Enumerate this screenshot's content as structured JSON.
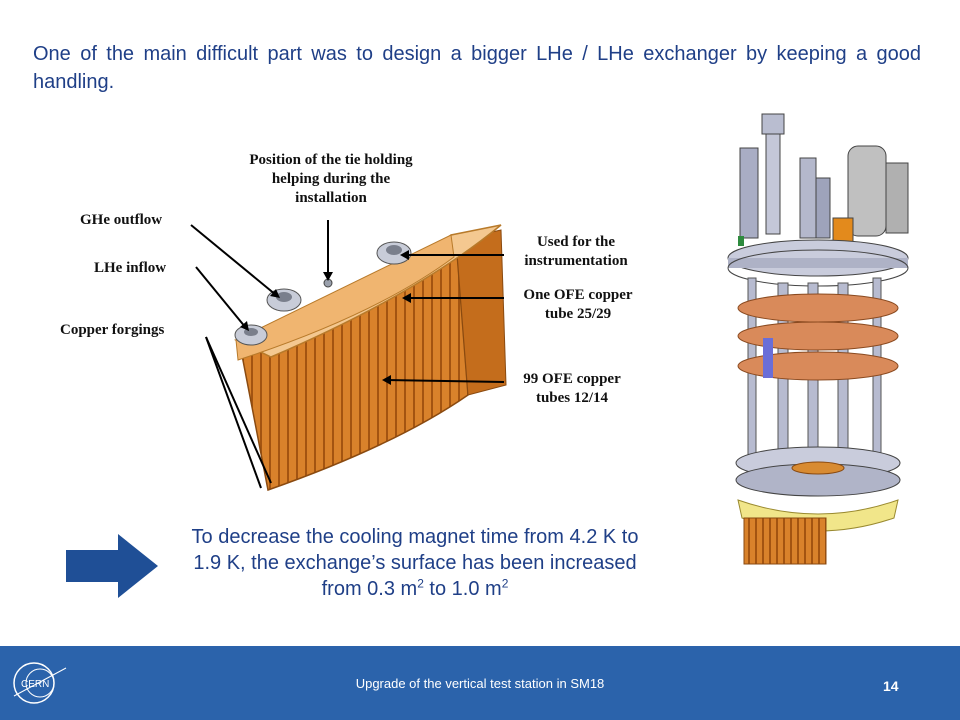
{
  "intro": "One of the main difficult part was to design a bigger LHe / LHe exchanger by keeping a good handling.",
  "figure": {
    "labels": {
      "tie": "Position of the tie holding helping during the installation",
      "ghe": "GHe outflow",
      "lhe": "LHe inflow",
      "copper": "Copper forgings",
      "instr": "Used for the instrumentation",
      "one_ofe": "One OFE copper tube 25/29",
      "ofe99": "99 OFE copper tubes 12/14"
    }
  },
  "conclusion": {
    "part1": "To decrease the cooling magnet time from 4.2 K to 1.9 K, the exchange’s surface has been increased from 0.3 m",
    "sup1": "2",
    "part2": " to 1.0 m",
    "sup2": "2"
  },
  "footer": {
    "title": "Upgrade of the vertical test station in SM18",
    "page": "14",
    "logo_text": "CERN",
    "bg_color": "#2b63ab"
  },
  "colors": {
    "text_blue": "#1f3f87",
    "arrow_blue": "#1f4f96",
    "copper": "#d9822b"
  }
}
